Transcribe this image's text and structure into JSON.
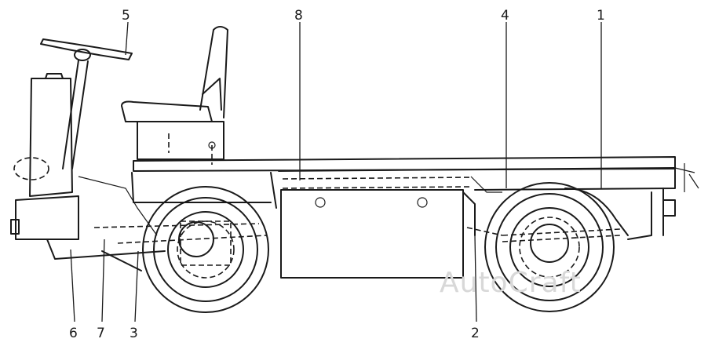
{
  "callouts": [
    {
      "id": "callout-1",
      "label": "1"
    },
    {
      "id": "callout-2",
      "label": "2"
    },
    {
      "id": "callout-3",
      "label": "3"
    },
    {
      "id": "callout-4",
      "label": "4"
    },
    {
      "id": "callout-5",
      "label": "5"
    },
    {
      "id": "callout-6",
      "label": "6"
    },
    {
      "id": "callout-7",
      "label": "7"
    },
    {
      "id": "callout-8",
      "label": "8"
    }
  ],
  "watermark": "AutoCraft"
}
